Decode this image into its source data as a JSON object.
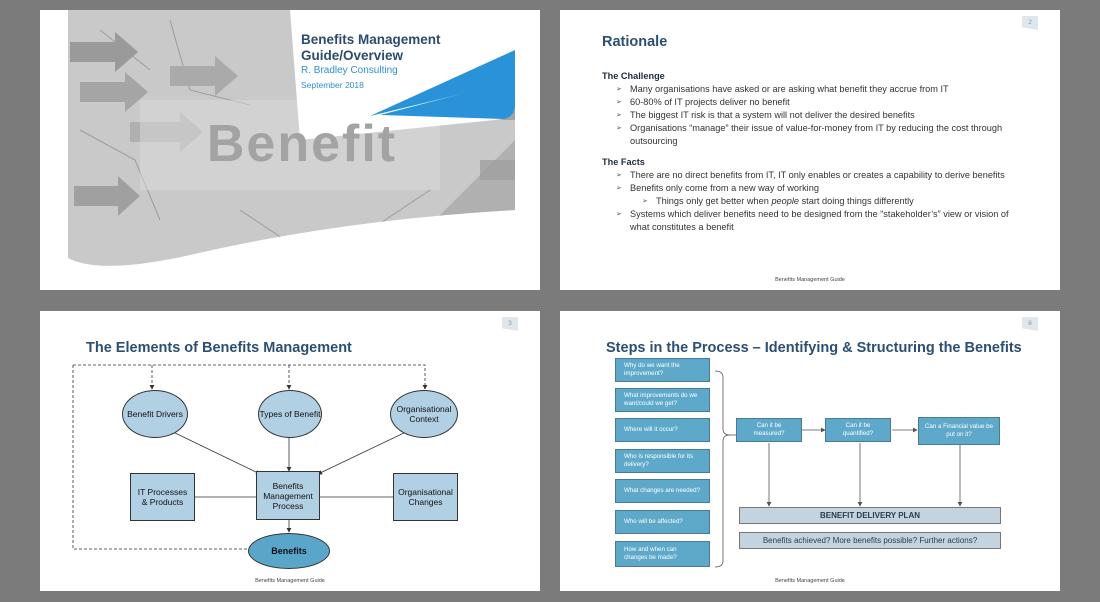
{
  "slide1": {
    "title_line1": "Benefits Management",
    "title_line2": "Guide/Overview",
    "subtitle": "R. Bradley Consulting",
    "date": "September 2018",
    "hero_word": "Benefit"
  },
  "slide2": {
    "page_number": "2",
    "title": "Rationale",
    "challenge_heading": "The Challenge",
    "challenge_items": [
      "Many organisations have asked or are asking what benefit they accrue from IT",
      "60-80% of IT projects deliver no benefit",
      "The biggest IT risk is that a system will not deliver the desired benefits",
      "Organisations “manage” their issue of value-for-money from IT by reducing the cost through outsourcing"
    ],
    "facts_heading": "The Facts",
    "facts_items": [
      "There are no direct benefits from IT, IT only enables or creates a capability to derive benefits",
      "Benefits only come from a new way of working"
    ],
    "facts_sub_prefix": "Things only get better when ",
    "facts_sub_em": "people",
    "facts_sub_suffix": " start doing things differently",
    "facts_last": "Systems which deliver benefits need to be designed from the “stakeholder’s” view or vision of what constitutes a benefit",
    "footer": "Benefits Management Guide"
  },
  "slide3": {
    "page_number": "3",
    "title": "The Elements of Benefits Management",
    "benefit_drivers": "Benefit Drivers",
    "types_of_benefit": "Types of Benefit",
    "org_context": "Organisational Context",
    "it_processes": "IT Processes & Products",
    "bm_process": "Benefits Management Process",
    "org_changes": "Organisational Changes",
    "benefits": "Benefits",
    "footer": "Benefits Management Guide"
  },
  "slide4": {
    "page_number": "6",
    "title": "Steps in the Process – Identifying & Structuring the Benefits",
    "questions": [
      "Why do we want the improvement?",
      "What improvements do we want/could we get?",
      "Where will it occur?",
      "Who is responsible for its delivery?",
      "What changes are needed?",
      "Who will be affected?",
      "How and when can changes be made?"
    ],
    "measured": "Can it be measured?",
    "quantified": "Can it be quantified?",
    "financial": "Can a Financial value be put on it?",
    "delivery_plan": "BENEFIT DELIVERY PLAN",
    "achieved": "Benefits achieved? More benefits possible? Further actions?",
    "footer": "Benefits Management Guide"
  }
}
